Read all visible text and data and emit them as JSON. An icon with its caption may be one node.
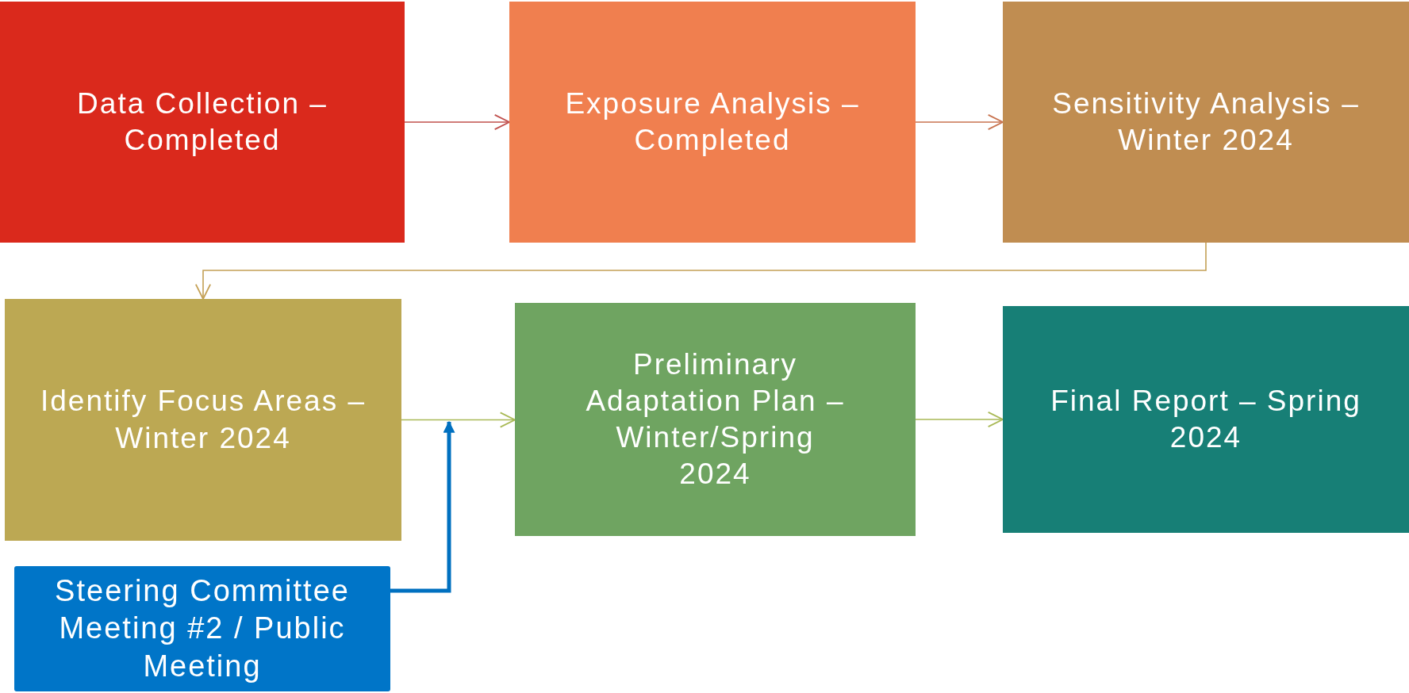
{
  "diagram": {
    "nodes": [
      {
        "text": [
          "Data Collection – Completed"
        ]
      },
      {
        "text": [
          "Exposure Analysis – Completed"
        ]
      },
      {
        "text": [
          "Sensitivity Analysis – Winter 2024"
        ]
      },
      {
        "text": [
          "Identify Focus Areas – Winter 2024"
        ]
      },
      {
        "text": [
          "Preliminary Adaptation Plan – Winter/Spring 2024"
        ]
      },
      {
        "text": [
          "Final Report – Spring 2024"
        ]
      },
      {
        "text": [
          "Steering Committee Meeting #2 / Public Meeting"
        ]
      }
    ],
    "edges": [
      {
        "from": 0,
        "to": 1,
        "arrow": "to",
        "color": "#c0504d"
      },
      {
        "from": 1,
        "to": 2,
        "arrow": "to",
        "color": "#c8734f"
      },
      {
        "from": 2,
        "to": 3,
        "arrow": "to",
        "color": "#c4a055"
      },
      {
        "from": 3,
        "to": 4,
        "arrow": "to",
        "color": "#a9b956"
      },
      {
        "from": 4,
        "to": 5,
        "arrow": "to",
        "color": "#a9b956"
      },
      {
        "from": 6,
        "to": null,
        "arrow": "to",
        "style": "thick",
        "color": "#0070c0"
      }
    ]
  }
}
